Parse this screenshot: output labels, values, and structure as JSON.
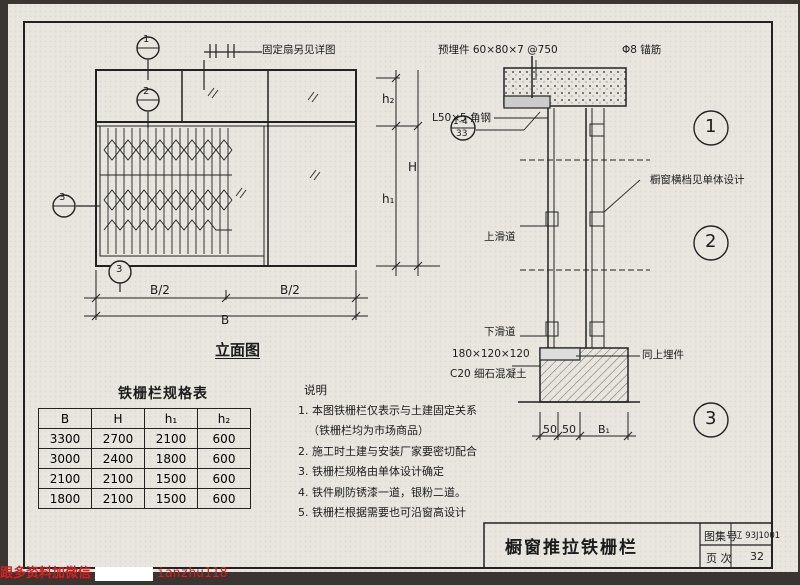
{
  "elevation": {
    "title": "立面图",
    "callout_fixed": "固定扇另见详图",
    "dim_b_half_left": "B/2",
    "dim_b_half_right": "B/2",
    "dim_b": "B",
    "dim_h": "H",
    "dim_h1": "h₁",
    "dim_h2": "h₂",
    "marker_1": "1",
    "marker_2": "2",
    "marker_3": "3"
  },
  "section": {
    "embed_label": "预埋件 60×80×7 @750",
    "rebar_label": "Φ8 锚筋",
    "angle_label": "L50×5 角钢",
    "ref_top": "1-4",
    "ref_bottom": "33",
    "frame_note": "橱窗横档见单体设计",
    "upper_track": "上滑道",
    "lower_track": "下滑道",
    "embed_bottom": "180×120×120",
    "concrete": "C20 细石混凝土",
    "same_embed": "同上埋件",
    "dim_50a": "50",
    "dim_50b": "50",
    "dim_b1": "B₁",
    "zone_1": "1",
    "zone_2": "2",
    "zone_3": "3"
  },
  "spec_table": {
    "title": "铁栅栏规格表",
    "headers": [
      "B",
      "H",
      "h₁",
      "h₂"
    ],
    "rows": [
      [
        "3300",
        "2700",
        "2100",
        "600"
      ],
      [
        "3000",
        "2400",
        "1800",
        "600"
      ],
      [
        "2100",
        "2100",
        "1500",
        "600"
      ],
      [
        "1800",
        "2100",
        "1500",
        "600"
      ]
    ]
  },
  "notes": {
    "head": "说明",
    "items": [
      "1. 本图铁栅栏仅表示与土建固定关系",
      "（铁栅栏均为市场商品）",
      "2. 施工时土建与安装厂家要密切配合",
      "3. 铁栅栏规格由单体设计确定",
      "4. 铁件刷防锈漆一道，银粉二道。",
      "5. 铁栅栏根据需要也可沿窗高设计"
    ]
  },
  "title_block": {
    "title": "橱窗推拉铁栅栏",
    "atlas_label": "图集号",
    "atlas_value": "辽 93J1001",
    "page_label": "页 次",
    "page_value": "32"
  },
  "footer": {
    "prefix": "跟多资料加微信",
    "suffix": "ianzhu118"
  }
}
